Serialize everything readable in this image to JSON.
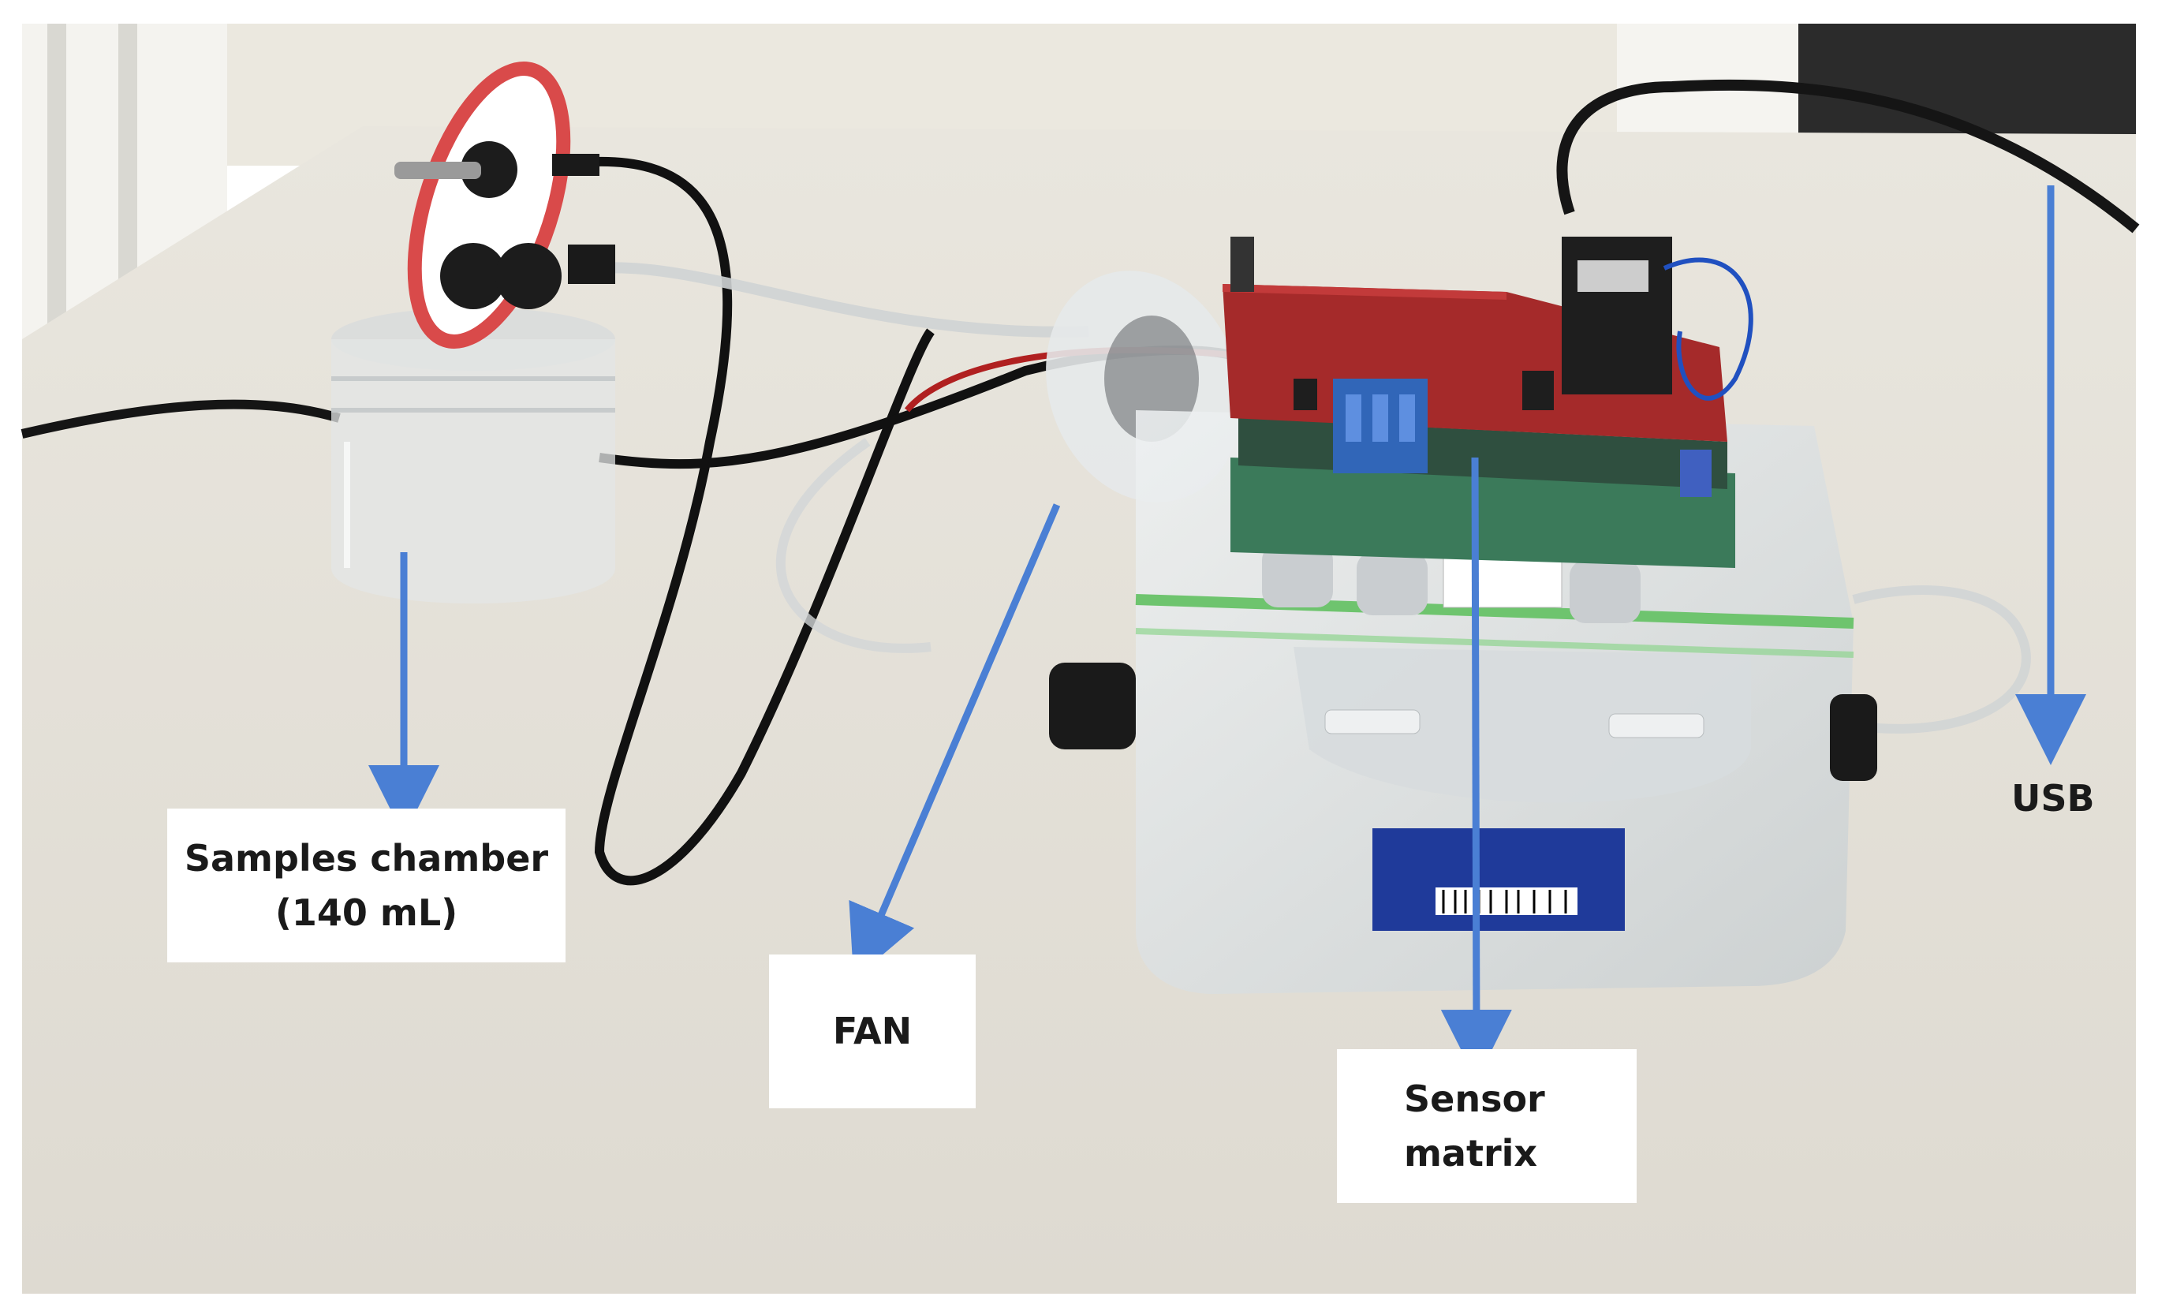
{
  "labels": {
    "samples_chamber": {
      "line1": "Samples chamber",
      "line2": "(140 mL)"
    },
    "fan": "FAN",
    "sensor_matrix": {
      "line1": "Sensor",
      "line2": "matrix"
    },
    "usb": "USB"
  },
  "colors": {
    "arrow": "#4a7fd4",
    "table": "#e4e0d7",
    "wall": "#ece9e1",
    "pcb": "#a52a2a"
  }
}
